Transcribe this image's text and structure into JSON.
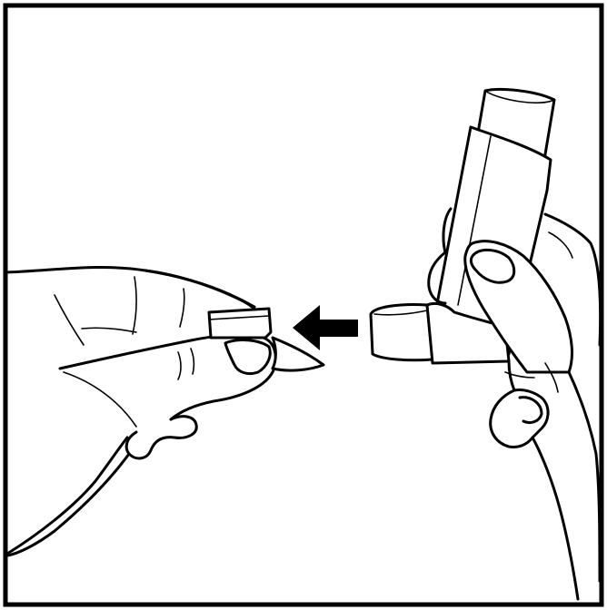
{
  "figure": {
    "background_color": "#ffffff",
    "line_color": "#000000",
    "elements": {
      "border": "frame-border",
      "left_hand": "hand-holding-cap",
      "cap": "mouthpiece-cap",
      "arrow": "removal-arrow",
      "right_hand": "hand-holding-inhaler",
      "inhaler": "inhaler-device"
    }
  }
}
